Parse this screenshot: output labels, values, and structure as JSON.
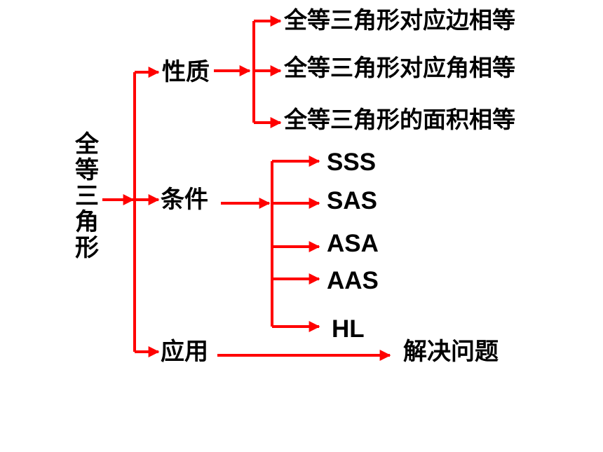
{
  "root": {
    "chars": [
      "全",
      "等",
      "三",
      "角",
      "形"
    ]
  },
  "branches": {
    "property": {
      "label": "性质",
      "items": [
        "全等三角形对应边相等",
        "全等三角形对应角相等",
        "全等三角形的面积相等"
      ]
    },
    "condition": {
      "label": "条件",
      "items": [
        "SSS",
        "SAS",
        "ASA",
        "AAS",
        "HL"
      ]
    },
    "application": {
      "label": "应用",
      "result": "解决问题"
    }
  },
  "colors": {
    "arrow": "#ff0000",
    "text": "#000000",
    "background": "#ffffff"
  }
}
